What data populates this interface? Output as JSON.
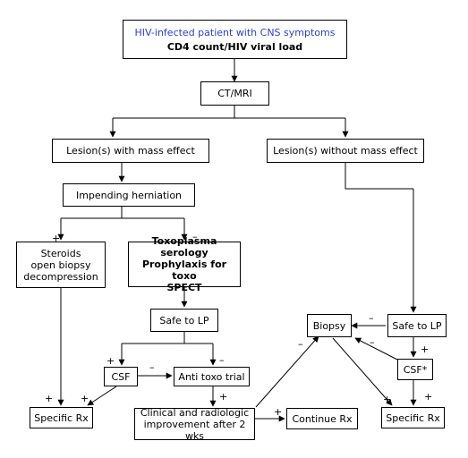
{
  "nodes": {
    "start": {
      "line1": "HIV-infected patient with CNS symptoms",
      "line2": "CD4 count/HIV viral load"
    },
    "ctmri": "CT/MRI",
    "mass": "Lesion(s) with mass effect",
    "nomass": "Lesion(s) without mass effect",
    "herniation": "Impending herniation",
    "steroids": {
      "line1": "Steroids",
      "line2": "open biopsy",
      "line3": "decompression"
    },
    "toxo": {
      "line1": "Toxoplasma serology",
      "line2": "Prophylaxis for toxo",
      "line3": "SPECT"
    },
    "safe_lp_left": "Safe to LP",
    "csf_left": "CSF",
    "anti_toxo": "Anti toxo trial",
    "specific_left": "Specific Rx",
    "clinical": {
      "line1": "Clinical and radiologic",
      "line2": "improvement after 2 wks"
    },
    "continue": "Continue Rx",
    "biopsy": "Biopsy",
    "safe_lp_right": "Safe to LP",
    "csf_right": "CSF*",
    "specific_right": "Specific Rx"
  },
  "signs": {
    "plus": "+",
    "minus": "–"
  }
}
